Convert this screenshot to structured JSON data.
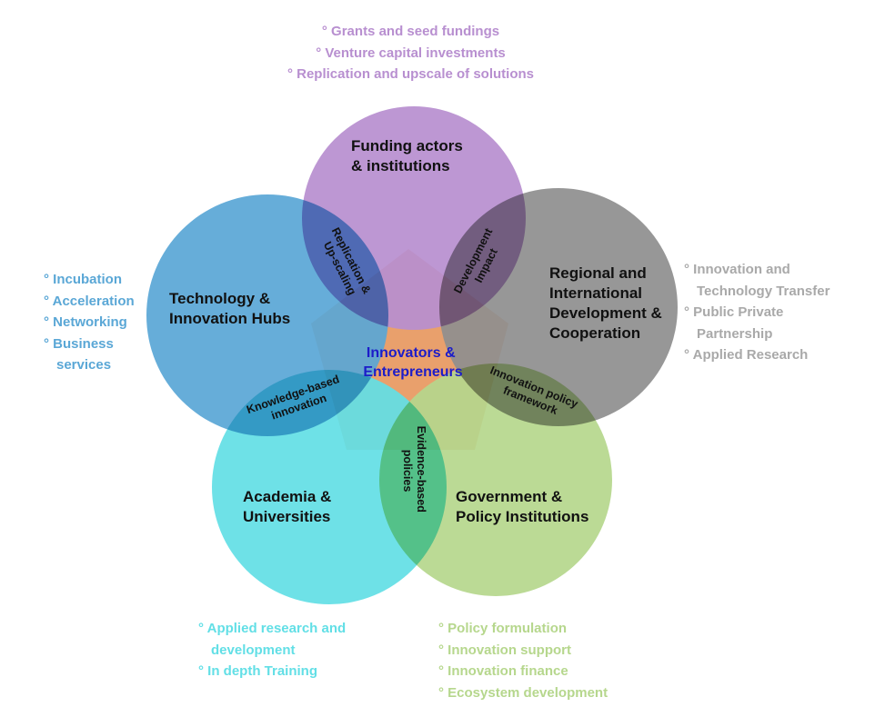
{
  "colors": {
    "funding": "#b88fd0",
    "hubs": "#5aa7d6",
    "regional": "#8f8f8f",
    "academia": "#62dfe6",
    "government": "#b6d78d",
    "pentagon": "#e9a06c",
    "center_text": "#1c1cc9"
  },
  "circles": {
    "funding": [
      "Funding actors",
      "& institutions"
    ],
    "hubs": [
      "Technology &",
      "Innovation Hubs"
    ],
    "regional": [
      "Regional and",
      "International",
      "Development &",
      "Cooperation"
    ],
    "academia": [
      "Academia &",
      "Universities"
    ],
    "government": [
      "Government &",
      "Policy Institutions"
    ]
  },
  "center": [
    "Innovators &",
    "Entrepreneurs"
  ],
  "overlaps": {
    "replication": [
      "Replication &",
      "Up-scaling"
    ],
    "development": [
      "Development",
      "Impact"
    ],
    "knowledge": [
      "Knowledge-based",
      "innovation"
    ],
    "policy_framework": [
      "Innovation policy",
      "framework"
    ],
    "evidence": [
      "Evidence-based",
      "policies"
    ]
  },
  "lists": {
    "funding": [
      "° Grants and seed fundings",
      "° Venture capital investments",
      "° Replication and upscale of solutions"
    ],
    "hubs": [
      "° Incubation",
      "° Acceleration",
      "° Networking",
      "° Business",
      "services"
    ],
    "regional": [
      "° Innovation and",
      "Technology Transfer",
      "° Public Private",
      "Partnership",
      "° Applied Research"
    ],
    "academia": [
      "° Applied research and",
      "development",
      "° In depth Training"
    ],
    "government": [
      "° Policy formulation",
      "° Innovation support",
      "° Innovation finance",
      "° Ecosystem development"
    ]
  }
}
